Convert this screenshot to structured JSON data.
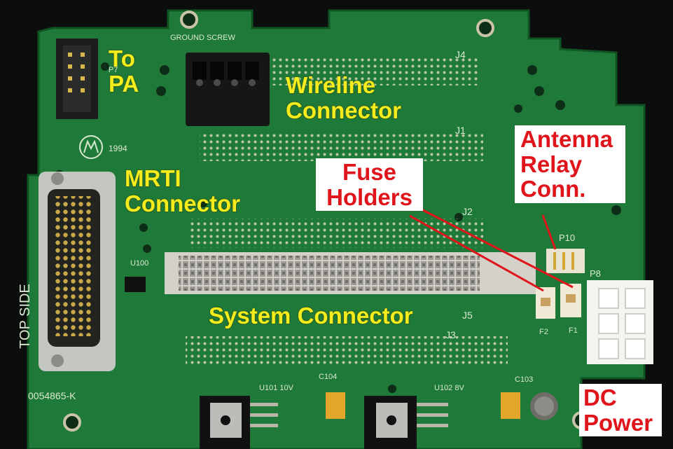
{
  "photo": {
    "subject": "circuit-board",
    "colors": {
      "board": "#1f7a3a",
      "label_yellow": "#f4ec1c",
      "label_red": "#e0141b",
      "label_box": "#ffffff",
      "background": "#0c0e0d"
    }
  },
  "labels": {
    "to_pa": "To\nPA",
    "wireline": "Wireline\nConnector",
    "mrti": "MRTI\nConnector",
    "system": "System Connector",
    "fuse": "Fuse\nHolders",
    "antenna": "Antenna\nRelay\nConn.",
    "dc_power": "DC\nPower"
  },
  "silkscreen": {
    "ground_screw": "GROUND SCREW",
    "year": "1994",
    "part_number": "0054865-K",
    "u100": "U100",
    "u101": "U101 10V",
    "u102": "U102 8V",
    "c104": "C104",
    "c103": "C103",
    "j1": "J1",
    "j2": "J2",
    "j3": "J3",
    "j4": "J4",
    "j5": "J5",
    "p7": "P7",
    "p8": "P8",
    "p10": "P10",
    "f1": "F1",
    "f2": "F2",
    "top_side": "TOP SIDE"
  }
}
